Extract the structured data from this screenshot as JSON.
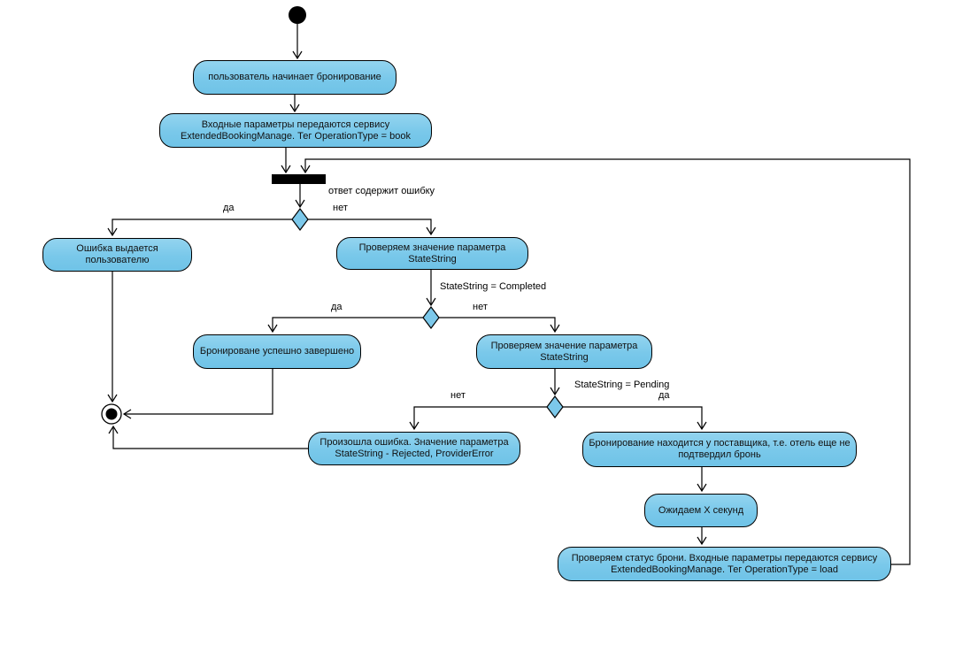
{
  "diagram": {
    "type": "uml-activity",
    "colors": {
      "background": "#ffffff",
      "node_fill": "#7cc8ea",
      "node_fill_top": "#93d4ef",
      "node_border": "#000000",
      "node_text": "#111111",
      "edge": "#000000",
      "label_text": "#000000"
    },
    "nodes": {
      "user_start": {
        "label": "пользователь начинает бронирование"
      },
      "send_book": {
        "label": "Входные параметры передаются сервису ExtendedBookingManage. Тег OperationType = book"
      },
      "error_shown": {
        "label": "Ошибка выдается пользователю"
      },
      "check_state_1": {
        "label": "Проверяем значение параметра StateString"
      },
      "success": {
        "label": "Бронироване успешно завершено"
      },
      "check_state_2": {
        "label": "Проверяем значение параметра StateString"
      },
      "rejected": {
        "label": "Произошла ошибка. Значение параметра StateString - Rejected, ProviderError"
      },
      "pending": {
        "label": "Бронирование находится у поставщика, т.е. отель еще не подтвердил бронь"
      },
      "wait": {
        "label": "Ожидаем X секунд"
      },
      "check_status": {
        "label": "Проверяем статус брони. Входные параметры передаются сервису ExtendedBookingManage.  Тег OperationType = load"
      }
    },
    "edge_labels": {
      "response_error": "ответ содержит ошибку",
      "d1_yes": "да",
      "d1_no": "нет",
      "d2_cond": "StateString = Completed",
      "d2_yes": "да",
      "d2_no": "нет",
      "d3_cond": "StateString = Pending",
      "d3_yes": "да",
      "d3_no": "нет"
    }
  }
}
